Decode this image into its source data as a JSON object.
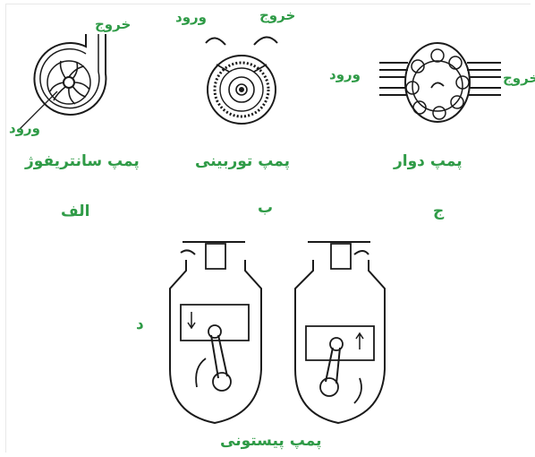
{
  "labels": {
    "outlet": "خروج",
    "inlet": "ورود",
    "outlet_cut": "خروج"
  },
  "captions": {
    "centrifugal": "پمپ سانتریفوژ",
    "turbine": "پمپ توربینی",
    "rotary": "پمپ دوار",
    "piston": "پمپ پیستونی"
  },
  "letters": {
    "alef": "الف",
    "be": "ب",
    "jim": "ج",
    "dal": "د"
  },
  "colors": {
    "label": "#2f9b47",
    "ink": "#1a1a1a"
  }
}
